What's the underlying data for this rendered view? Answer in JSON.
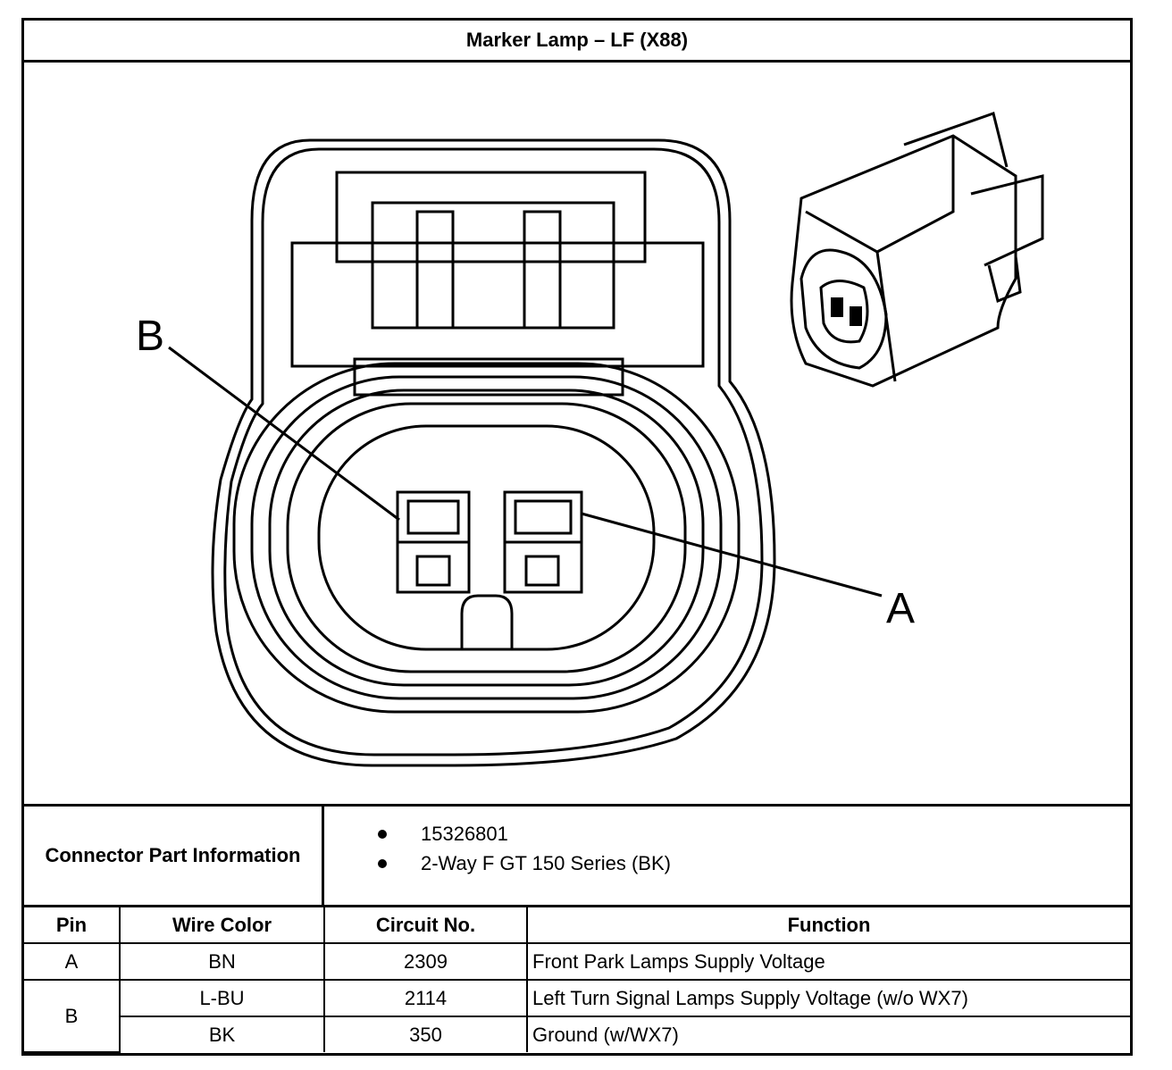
{
  "title": "Marker Lamp – LF (X88)",
  "diagram": {
    "callout_a": "A",
    "callout_b": "B"
  },
  "connector_info": {
    "label": "Connector Part Information",
    "items": [
      "15326801",
      "2-Way F GT 150 Series (BK)"
    ]
  },
  "table": {
    "headers": [
      "Pin",
      "Wire Color",
      "Circuit No.",
      "Function"
    ],
    "rows": [
      {
        "pin": "A",
        "wire_color": "BN",
        "circuit": "2309",
        "function": "Front Park Lamps Supply Voltage"
      },
      {
        "pin": "B",
        "wire_color": "L-BU",
        "circuit": "2114",
        "function": "Left Turn Signal Lamps Supply Voltage (w/o WX7)"
      },
      {
        "pin": "",
        "wire_color": "BK",
        "circuit": "350",
        "function": "Ground (w/WX7)"
      }
    ]
  }
}
